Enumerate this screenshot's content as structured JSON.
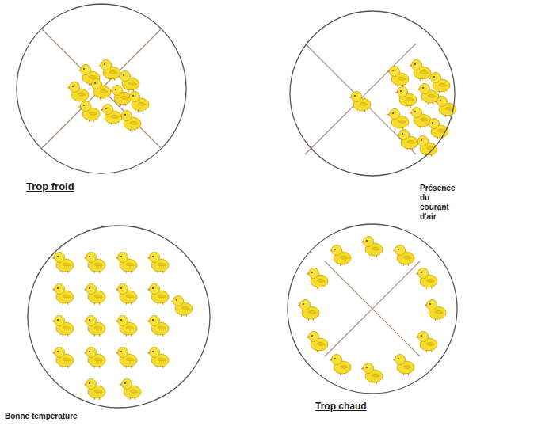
{
  "diagram": {
    "nodes": [
      {
        "text": [
          "Trop froid"
        ]
      },
      {
        "text": [
          "Présence du courant d'air"
        ]
      },
      {
        "text": [
          "Bonne température"
        ]
      },
      {
        "text": [
          "Trop chaud"
        ]
      }
    ]
  }
}
